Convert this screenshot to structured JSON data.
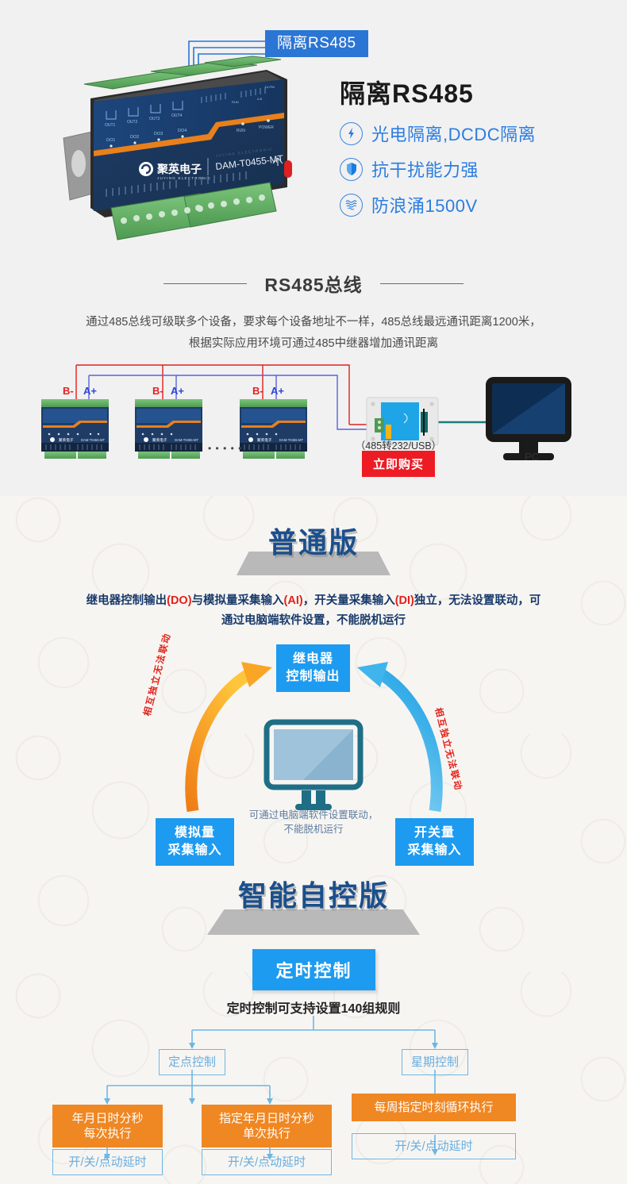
{
  "hero": {
    "callout": "隔离RS485",
    "title": "隔离RS485",
    "features": [
      {
        "icon": "lightning-icon",
        "label": "光电隔离,DCDC隔离"
      },
      {
        "icon": "shield-icon",
        "label": "抗干扰能力强"
      },
      {
        "icon": "surge-wave-icon",
        "label": "防浪涌1500V"
      }
    ],
    "device_model": "DAM-T0455-MT",
    "device_brand": "聚英电子",
    "device_brand_sub": "JUYING ELECTRONIC",
    "device_port_labels": [
      "OUT1",
      "OUT2",
      "OUT3",
      "OUT4"
    ],
    "device_led_labels": [
      "DO1",
      "DO2",
      "DO3",
      "DO4"
    ],
    "device_status_labels": [
      "RUN",
      "POWER"
    ]
  },
  "bus": {
    "heading": "RS485总线",
    "desc_line1": "通过485总线可级联多个设备，要求每个设备地址不一样，485总线最远通讯距离1200米，",
    "desc_line2": "根据实际应用环境可通过485中继器增加通讯距离",
    "terminal_b": "B-",
    "terminal_a": "A+",
    "ellipsis": "• • • • •",
    "converter_caption": "（485转232/USB）",
    "buy_button": "立即购买",
    "pc_caption": "PC",
    "colors": {
      "b_wire": "#e22020",
      "a_wire": "#2b45d4",
      "pc_wire": "#1d7a7a"
    }
  },
  "normal_edition": {
    "banner": "普通版",
    "paragraph_line1_a": "继电器控制输出",
    "paragraph_line1_do": "(DO)",
    "paragraph_line1_b": "与模拟量采集输入",
    "paragraph_line1_ai": "(AI)",
    "paragraph_line1_c": "，开关量采集输入",
    "paragraph_line1_di": "(DI)",
    "paragraph_line1_d": "独立，无法设置联动，可",
    "paragraph_line2": "通过电脑端软件设置，不能脱机运行",
    "box_top": "继电器\n控制输出",
    "box_top_l1": "继电器",
    "box_top_l2": "控制输出",
    "box_left_l1": "模拟量",
    "box_left_l2": "采集输入",
    "box_right_l1": "开关量",
    "box_right_l2": "采集输入",
    "arc_label_left": "相互独立无法联动",
    "arc_label_right": "相互独立无法联动",
    "mid_note_l1": "可通过电脑端软件设置联动，",
    "mid_note_l2": "不能脱机运行",
    "colors": {
      "box": "#1d9bf0",
      "arc_left": "#f0a11e",
      "arc_right": "#4ec0ef"
    }
  },
  "smart_edition": {
    "banner": "智能自控版",
    "timer_button": "定时控制",
    "timer_subtitle": "定时控制可支持设置140组规则",
    "nodes": {
      "point_control": "定点控制",
      "week_control": "星期控制",
      "rule1_l1": "年月日时分秒",
      "rule1_l2": "每次执行",
      "rule2_l1": "指定年月日时分秒",
      "rule2_l2": "单次执行",
      "rule3": "每周指定时刻循环执行",
      "leaf1": "开/关/点动延时",
      "leaf2": "开/关/点动延时",
      "leaf3": "开/关/点动延时"
    },
    "colors": {
      "outline": "#6cb8e4",
      "fill": "#ef8723"
    }
  }
}
